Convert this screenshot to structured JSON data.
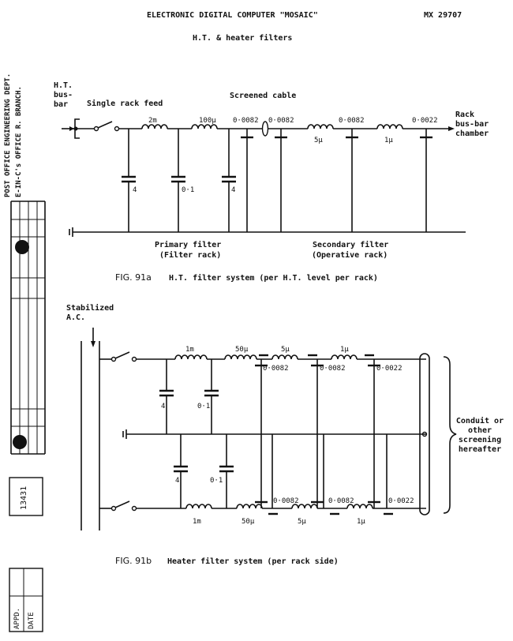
{
  "header": {
    "title": "ELECTRONIC DIGITAL COMPUTER \"MOSAIC\"",
    "subtitle": "H.T. & heater filters",
    "ref": "MX 29707"
  },
  "margin": {
    "office_line1": "POST OFFICE ENGINEERING DEPT.",
    "office_line2": "E-IN-C's OFFICE R. BRANCH.",
    "doc_number": "13431",
    "approved_label": "APPD.",
    "date_label": "DATE"
  },
  "fig_a": {
    "ht_busbar": "H.T. bus-bar",
    "single_rack_feed": "Single rack feed",
    "screened_cable": "Screened cable",
    "rack_busbar_chamber": "Rack bus-bar chamber",
    "series": {
      "l1": "2m",
      "l2": "100μ",
      "l3": "5μ",
      "l4": "1μ"
    },
    "shunt_caps": [
      "4",
      "0·1",
      "4"
    ],
    "top_caps": [
      "0·0082",
      "0·0082",
      "0·0082",
      "0·0022"
    ],
    "primary_filter": "Primary filter",
    "primary_sub": "(Filter rack)",
    "secondary_filter": "Secondary filter",
    "secondary_sub": "(Operative rack)",
    "caption_num": "FIG. 91a",
    "caption_text": "H.T. filter system (per H.T. level per rack)"
  },
  "fig_b": {
    "stabilized_ac": "Stabilized A.C.",
    "top_series": [
      "1m",
      "50μ",
      "5μ",
      "1μ"
    ],
    "top_caps": [
      "0·0082",
      "0·0082",
      "0·0022"
    ],
    "bottom_series": [
      "1m",
      "50μ",
      "5μ",
      "1μ"
    ],
    "bottom_caps": [
      "0·0082",
      "0·0082",
      "0·0022"
    ],
    "shunt_caps_upper": [
      "4",
      "0·1"
    ],
    "shunt_caps_lower": [
      "4",
      "0·1"
    ],
    "conduit_note": "Conduit or other screening hereafter",
    "caption_num": "FIG. 91b",
    "caption_text": "Heater filter system (per rack side)"
  }
}
